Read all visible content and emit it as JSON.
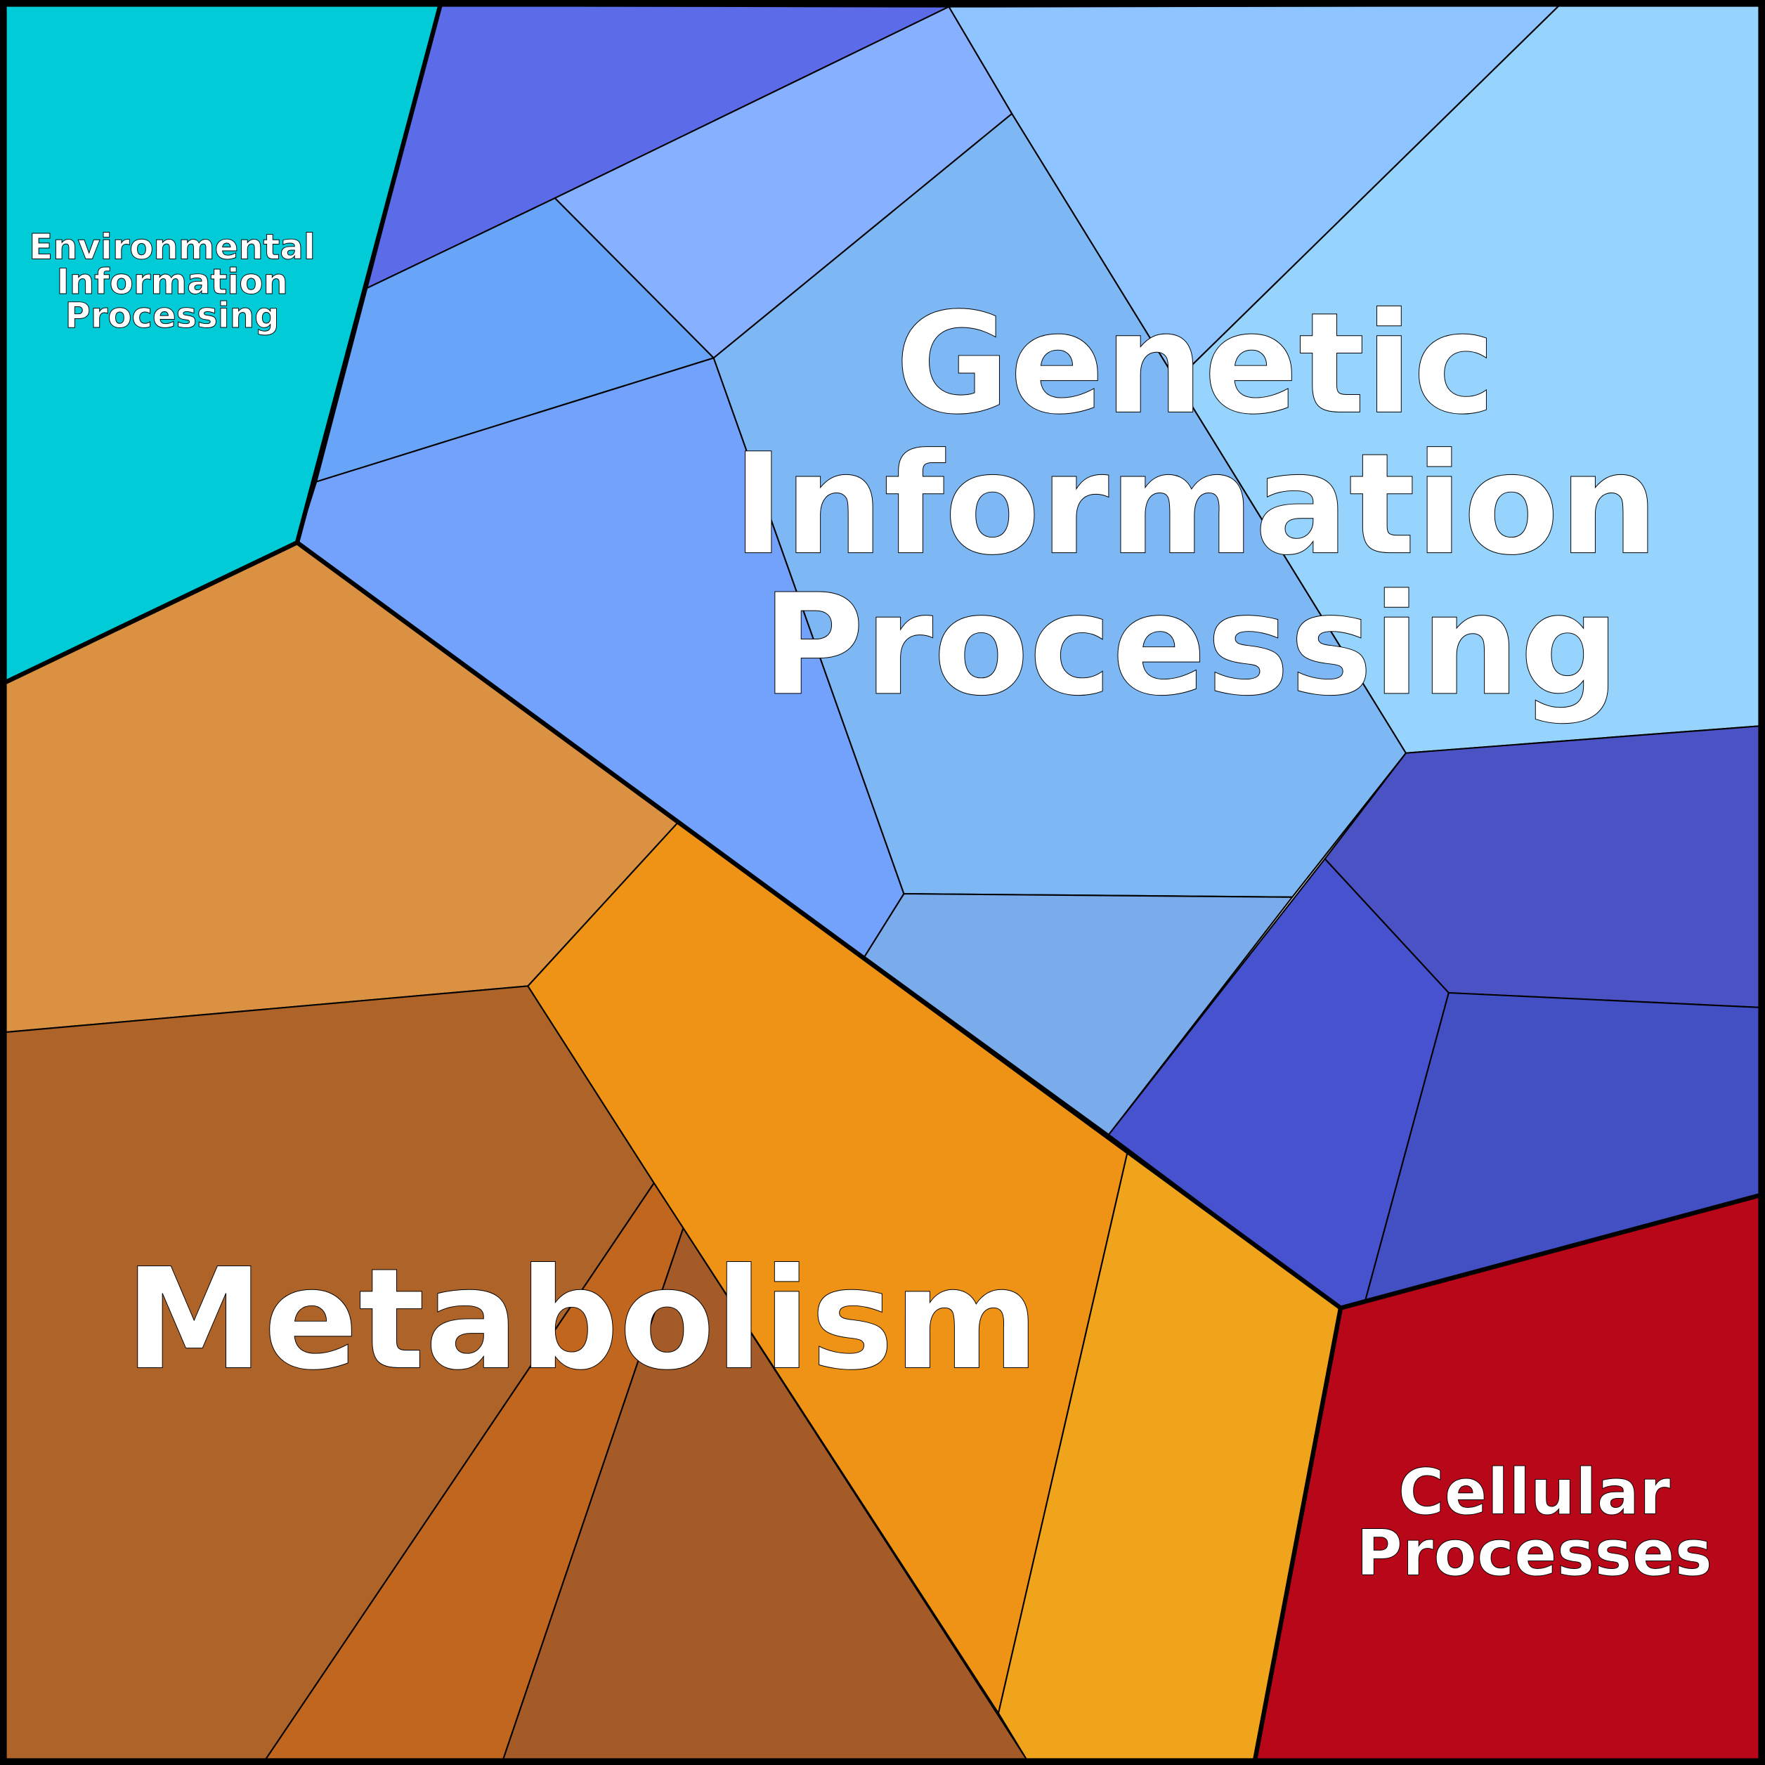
{
  "title": "Voronoi treemap of pathway categories",
  "categories": [
    {
      "id": "environmental",
      "label_lines": [
        "Environmental",
        "Information",
        "Processing"
      ],
      "color": "#00CBD6"
    },
    {
      "id": "genetic",
      "label_lines": [
        "Genetic",
        "Information",
        "Processing"
      ],
      "color": "#7DB8F5"
    },
    {
      "id": "metabolism",
      "label_lines": [
        "Metabolism"
      ],
      "color": "#EE9315"
    },
    {
      "id": "cellular",
      "label_lines": [
        "Cellular",
        "Processes"
      ],
      "color": "#B70719"
    }
  ],
  "cell_colors": {
    "environmental": "#00CBD6",
    "genetic": [
      "#5C6BE8",
      "#87B0FF",
      "#68A4F8",
      "#72A2FB",
      "#7DB8F5",
      "#8EC4FF",
      "#96D3FD",
      "#7AABEB",
      "#4B53C4",
      "#4652CE",
      "#4350C4"
    ],
    "cellular": "#B70719",
    "metabolism": [
      "#DA9242",
      "#AE6428",
      "#C0661E",
      "#A45B27",
      "#EE9315",
      "#EFA41C"
    ]
  }
}
